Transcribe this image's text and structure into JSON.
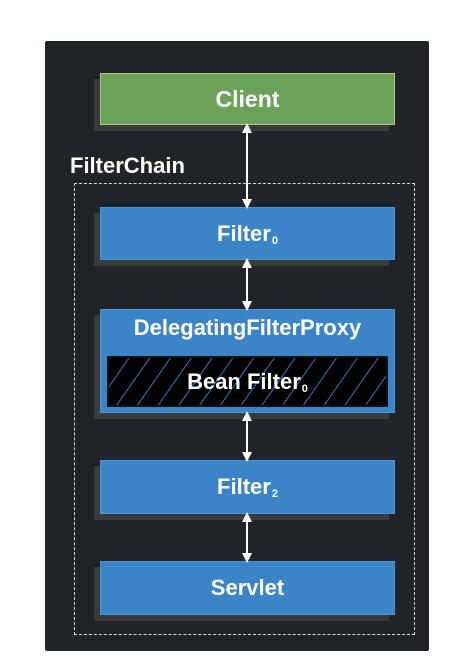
{
  "diagram": {
    "container_label": "FilterChain",
    "client": {
      "label": "Client"
    },
    "filter0": {
      "label": "Filter",
      "subscript": "0"
    },
    "delegating_proxy": {
      "label": "DelegatingFilterProxy",
      "bean_filter": {
        "label": "Bean Filter",
        "subscript": "0"
      }
    },
    "filter2": {
      "label": "Filter",
      "subscript": "2"
    },
    "servlet": {
      "label": "Servlet"
    }
  },
  "colors": {
    "background": "#202327",
    "client_fill": "#6aa25a",
    "node_fill": "#3a84c7",
    "bean_fill": "#000000",
    "text": "#ffffff"
  }
}
